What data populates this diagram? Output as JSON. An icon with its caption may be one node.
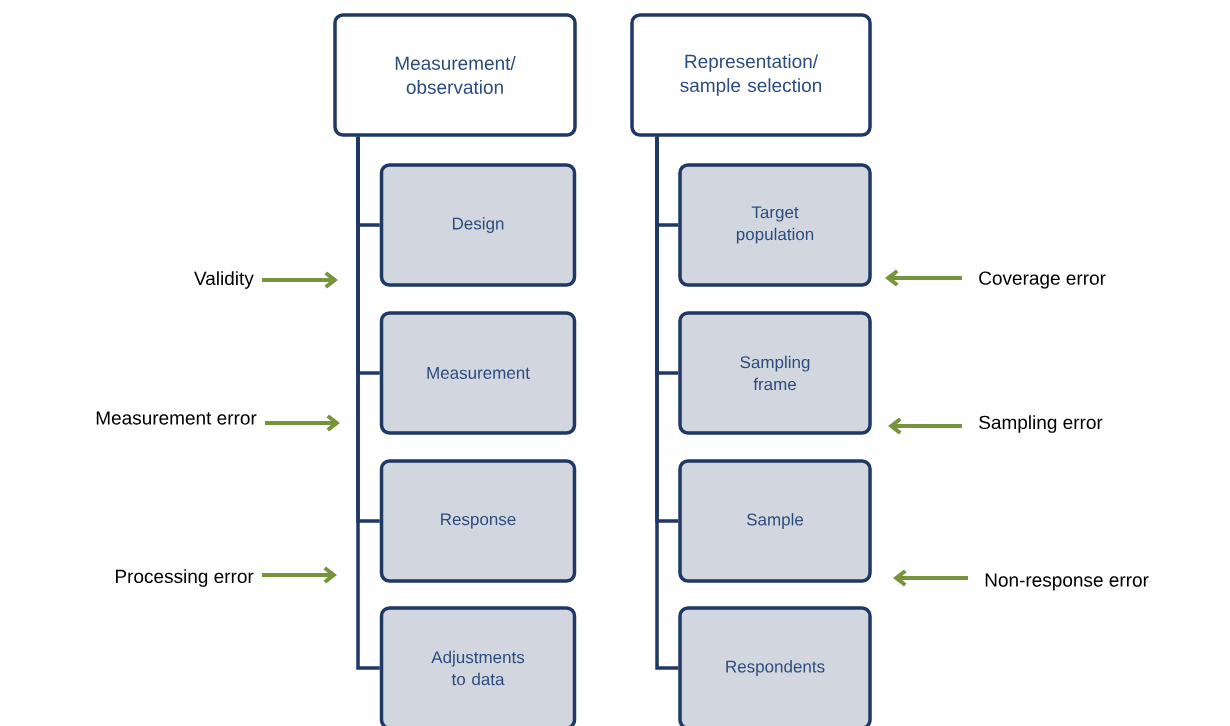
{
  "diagram": {
    "nodes": [
      {
        "text": [
          "Measurement/ observation"
        ]
      },
      {
        "text": [
          "Design"
        ]
      },
      {
        "text": [
          "Measurement"
        ]
      },
      {
        "text": [
          "Response"
        ]
      },
      {
        "text": [
          "Adjustments to data"
        ]
      },
      {
        "text": [
          "Representation/ sample selection"
        ]
      },
      {
        "text": [
          "Target population"
        ]
      },
      {
        "text": [
          "Sampling frame"
        ]
      },
      {
        "text": [
          "Sample"
        ]
      },
      {
        "text": [
          "Respondents"
        ]
      },
      {
        "text": [
          "Validity"
        ]
      },
      {
        "text": [
          "Measurement error"
        ]
      },
      {
        "text": [
          "Processing error"
        ]
      },
      {
        "text": [
          "Coverage error"
        ]
      },
      {
        "text": [
          "Sampling error"
        ]
      },
      {
        "text": [
          "Non-response error"
        ]
      }
    ],
    "edges": [
      {
        "from": 0,
        "to": 1,
        "arrow": "none"
      },
      {
        "from": 0,
        "to": 2,
        "arrow": "none"
      },
      {
        "from": 0,
        "to": 3,
        "arrow": "none"
      },
      {
        "from": 0,
        "to": 4,
        "arrow": "none"
      },
      {
        "from": 5,
        "to": 6,
        "arrow": "none"
      },
      {
        "from": 5,
        "to": 7,
        "arrow": "none"
      },
      {
        "from": 5,
        "to": 8,
        "arrow": "none"
      },
      {
        "from": 5,
        "to": 9,
        "arrow": "none"
      },
      {
        "from": 10,
        "to": null,
        "arrow": "to",
        "color": "#77933c"
      },
      {
        "from": 11,
        "to": null,
        "arrow": "to",
        "color": "#77933c"
      },
      {
        "from": 12,
        "to": null,
        "arrow": "to",
        "color": "#77933c"
      },
      {
        "from": 13,
        "to": null,
        "arrow": "to",
        "color": "#77933c"
      },
      {
        "from": 14,
        "to": null,
        "arrow": "to",
        "color": "#77933c"
      },
      {
        "from": 15,
        "to": null,
        "arrow": "to",
        "color": "#77933c"
      }
    ]
  }
}
